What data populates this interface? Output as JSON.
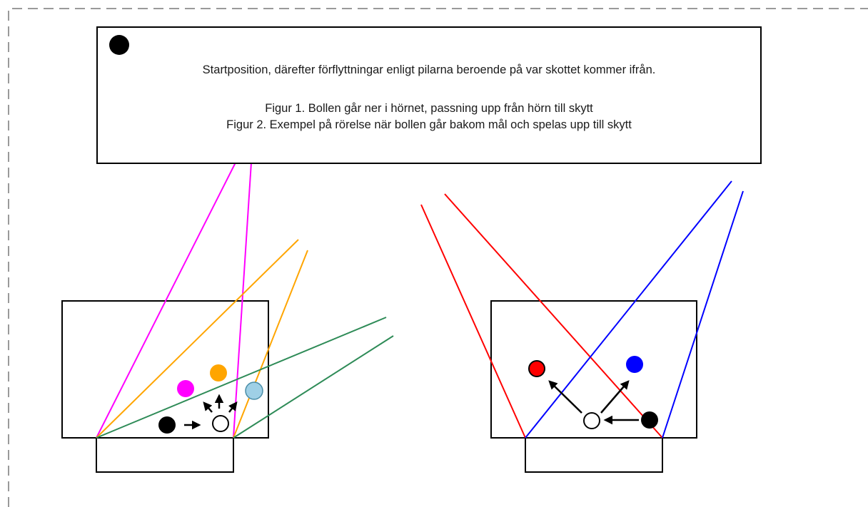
{
  "legend": {
    "marker_icon": "black-circle",
    "start_text": "Startposition, därefter förflyttningar enligt pilarna beroende på var skottet kommer ifrån.",
    "figure1_text": "Figur 1. Bollen går ner i hörnet, passning upp från hörn till skytt",
    "figure2_text": "Figur 2. Exempel på rörelse när bollen går bakom mål och spelas upp till skytt"
  },
  "colors": {
    "frame_dash": "#9a9a9a",
    "outline": "#000000",
    "magenta": "#ff00ff",
    "orange": "#ffa500",
    "green": "#2e8b57",
    "light_blue": "#9fd0e6",
    "red": "#ff0000",
    "blue": "#0000ff",
    "black": "#000000",
    "white": "#ffffff"
  },
  "figure1": {
    "players": [
      {
        "name": "start-player",
        "color": "black"
      },
      {
        "name": "center-player",
        "color": "white"
      },
      {
        "name": "magenta-player",
        "color": "magenta"
      },
      {
        "name": "orange-player",
        "color": "orange"
      },
      {
        "name": "lightblue-player",
        "color": "light_blue"
      }
    ]
  },
  "figure2": {
    "players": [
      {
        "name": "corner-player",
        "color": "black"
      },
      {
        "name": "center-player",
        "color": "white"
      },
      {
        "name": "red-player",
        "color": "red"
      },
      {
        "name": "blue-player",
        "color": "blue"
      }
    ]
  }
}
